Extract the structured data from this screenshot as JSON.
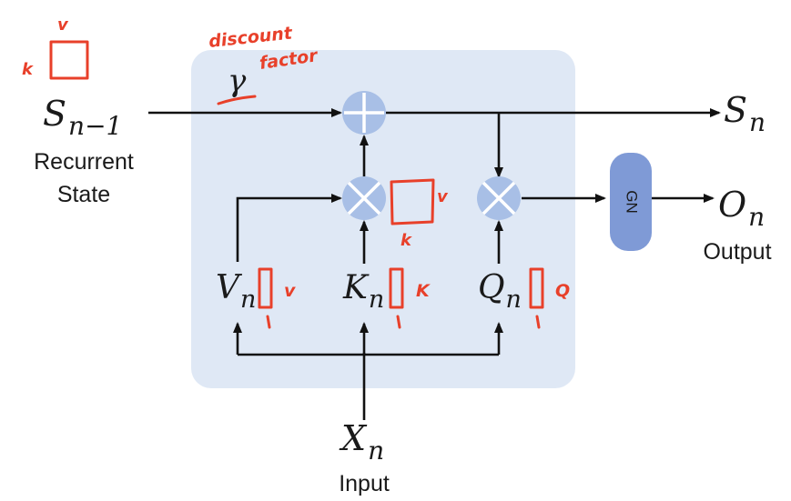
{
  "colors": {
    "block_bg": "#dfe8f5",
    "operator": "#a8bfe6",
    "gn_box": "#7f9ad6",
    "annotation": "#e8402a"
  },
  "labels": {
    "s_prev_main": "S",
    "s_prev_sub": "n−1",
    "s_next_main": "S",
    "s_next_sub": "n",
    "o_main": "O",
    "o_sub": "n",
    "v_main": "V",
    "v_sub": "n",
    "k_main": "K",
    "k_sub": "n",
    "q_main": "Q",
    "q_sub": "n",
    "x_main": "X",
    "x_sub": "n",
    "gamma": "γ",
    "gn": "GN"
  },
  "captions": {
    "recurrent_line1": "Recurrent",
    "recurrent_line2": "State",
    "output": "Output",
    "input": "Input"
  },
  "annotations": {
    "discount": "discount",
    "factor": "factor",
    "state_height": "k",
    "state_width": "v",
    "outer_height": "k",
    "outer_width": "v",
    "v_dim": "v",
    "k_dim": "K",
    "q_dim": "Q"
  }
}
